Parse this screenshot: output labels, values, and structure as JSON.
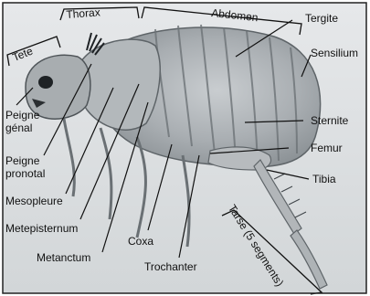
{
  "regions": {
    "head": "Tete",
    "thorax": "Thorax",
    "abdomen": "Abdomen"
  },
  "labels": {
    "tergite": "Tergite",
    "sensilium": "Sensilium",
    "sternite": "Sternite",
    "femur": "Femur",
    "tibia": "Tibia",
    "tarse": "Tarse (5 segments)",
    "peigne_genal_1": "Peigne",
    "peigne_genal_2": "génal",
    "peigne_pronotal_1": "Peigne",
    "peigne_pronotal_2": "pronotal",
    "mesopleure": "Mesopleure",
    "metepisternum": "Metepisternum",
    "metanctum": "Metanctum",
    "coxa": "Coxa",
    "trochanter": "Trochanter"
  },
  "colors": {
    "background": "#ffffff",
    "photo_bg": "#dfe2e4",
    "body": "#9aa0a4",
    "dark": "#2a2e31",
    "line": "#111111"
  }
}
